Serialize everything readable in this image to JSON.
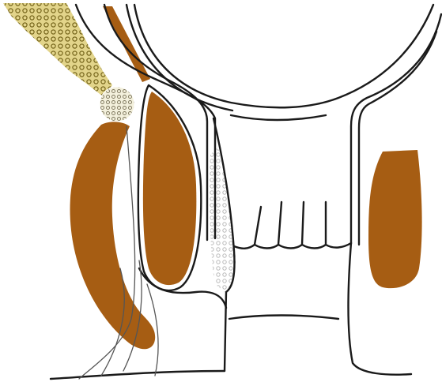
{
  "colors": {
    "background": "#ffffff",
    "outline": "#1a1a1a",
    "thin_line": "#555555",
    "muscle_fill": "#a65d13",
    "levator_pattern_base": "#e2d48a",
    "levator_pattern_dot": "#6b5a10",
    "ring_pattern_base": "#f3f0dc",
    "ring_pattern_dot": "#7a7358",
    "intersphincteric_dot": "#b9b9b9"
  },
  "structures": [
    "levator-ani-hatched-band",
    "puborectalis-ring",
    "external-sphincter-left",
    "internal-sphincter-left",
    "deep-external-sphincter-left",
    "external-sphincter-right",
    "rectal-wall-left",
    "rectal-wall-right",
    "anal-crypts",
    "intersphincteric-space",
    "perianal-fibers",
    "perianal-skin"
  ]
}
